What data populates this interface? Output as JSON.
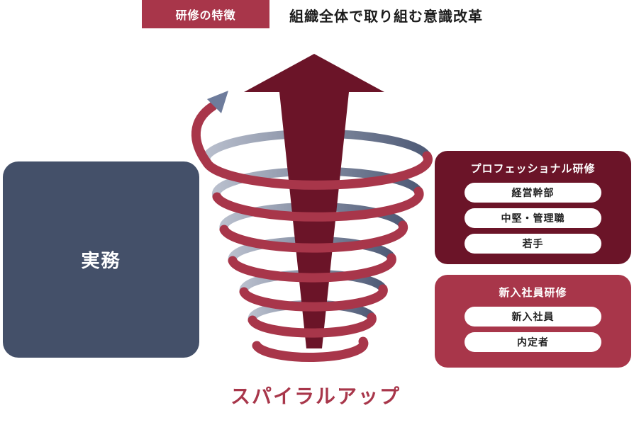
{
  "header": {
    "badge": "研修の特徴",
    "headline": "組織全体で取り組む意識改革"
  },
  "practice_box": {
    "label": "実務"
  },
  "programs": [
    {
      "title": "プロフェッショナル研修",
      "items": [
        "経営幹部",
        "中堅・管理職",
        "若手"
      ]
    },
    {
      "title": "新入社員研修",
      "items": [
        "新入社員",
        "内定者"
      ]
    }
  ],
  "caption": "スパイラルアップ",
  "colors": {
    "crimson": "#a8364a",
    "maroon": "#6b1428",
    "navy": "#445069",
    "steel": "#9aa2b8"
  }
}
